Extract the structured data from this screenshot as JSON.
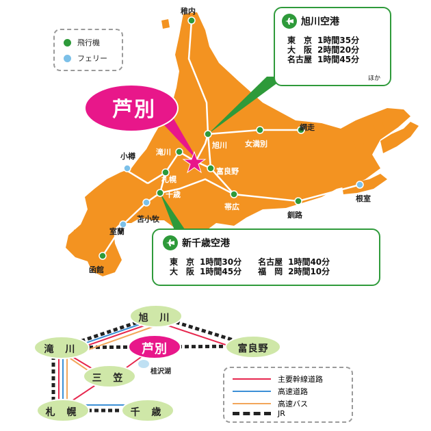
{
  "colors": {
    "land": "#f39321",
    "road_main": "#e6264d",
    "expressway": "#3b8fd6",
    "express_bus": "#f2a65a",
    "jr": "#222222",
    "airport_green": "#2e9a3a",
    "ferry_blue": "#7cc0e8",
    "ashibetsu_pink": "#e8178a",
    "oval_green": "#cfe7a8",
    "lake": "#bfe0f3"
  },
  "legend_top": {
    "airplane": "飛行機",
    "ferry": "フェリー"
  },
  "highlight": {
    "label": "芦別",
    "star_icon": "star-icon"
  },
  "asahikawa_airport": {
    "title": "旭川空港",
    "rows": [
      {
        "city": "東　京",
        "time": "1時間35分"
      },
      {
        "city": "大　阪",
        "time": "2時間20分"
      },
      {
        "city": "名古屋",
        "time": "1時間45分"
      }
    ],
    "note": "ほか"
  },
  "shinchitose_airport": {
    "title": "新千歳空港",
    "rows": [
      {
        "city1": "東　京",
        "time1": "1時間30分",
        "city2": "名古屋",
        "time2": "1時間40分"
      },
      {
        "city1": "大　阪",
        "time1": "1時間45分",
        "city2": "福　岡",
        "time2": "2時間10分"
      }
    ]
  },
  "map_places": {
    "wakkanai": "稚内",
    "abashiri": "網走",
    "memanbetsu": "女満別",
    "asahikawa": "旭川",
    "takikawa": "滝川",
    "furano": "富良野",
    "otaru": "小樽",
    "sapporo": "札幌",
    "chitose": "千歳",
    "tomakomai": "苫小牧",
    "muroran": "室蘭",
    "hakodate": "函館",
    "obihiro": "帯広",
    "kushiro": "釧路",
    "nemuro": "根室"
  },
  "route_diagram": {
    "asahikawa": "旭 川",
    "takikawa": "滝 川",
    "ashibetsu": "芦別",
    "furano": "富良野",
    "mikasa": "三 笠",
    "katsurazawa": "桂沢湖",
    "sapporo": "札 幌",
    "chitose": "千 歳"
  },
  "bottom_legend": {
    "main_road": "主要幹線道路",
    "expressway": "高速道路",
    "express_bus": "高速バス",
    "jr": "JR"
  }
}
